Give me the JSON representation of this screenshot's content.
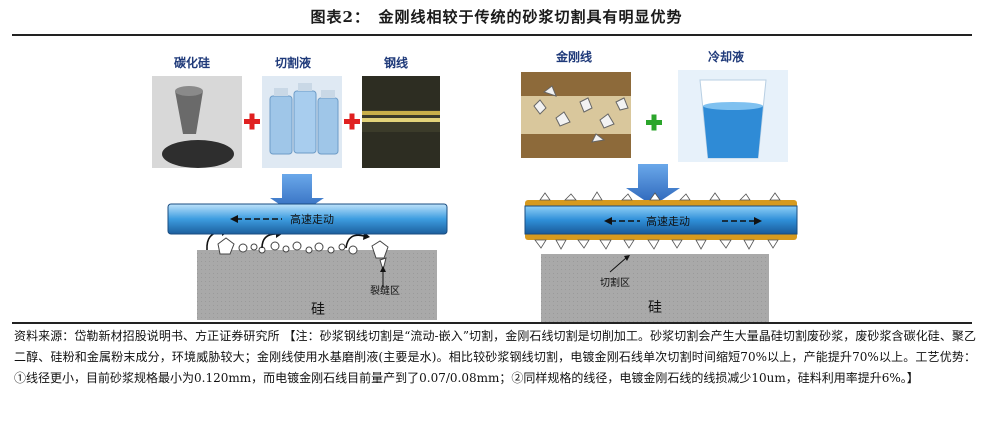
{
  "title": "图表2：　金刚线相较于传统的砂浆切割具有明显优势",
  "left": {
    "materials": [
      "碳化硅",
      "切割液",
      "钢线"
    ],
    "wire_label": "高速走动",
    "crack_label": "裂缝区",
    "silicon_label": "硅"
  },
  "right": {
    "materials": [
      "金刚线",
      "冷却液"
    ],
    "wire_label": "高速走动",
    "cut_label": "切割区",
    "silicon_label": "硅"
  },
  "colors": {
    "plus_red": "#e02020",
    "plus_green": "#2ba52b",
    "arrow_blue": "#2e6fc4",
    "wire_blue": "#2f8fd8",
    "silicon_gray": "#a8a8a8"
  },
  "note": "资料来源：岱勒新材招股说明书、方正证券研究所 【注：砂浆钢线切割是“流动-嵌入”切割，金刚石线切割是切削加工。砂浆切割会产生大量晶硅切割废砂浆，废砂浆含碳化硅、聚乙二醇、硅粉和金属粉末成分，环境威胁较大；金刚线使用水基磨削液(主要是水)。相比较砂浆钢线切割，电镀金刚石线单次切割时间缩短70%以上，产能提升70%以上。工艺优势：①线径更小，目前砂浆规格最小为0.120mm，而电镀金刚石线目前量产到了0.07/0.08mm；②同样规格的线径，电镀金刚石线的线损减少10um，硅料利用率提升6%。】"
}
